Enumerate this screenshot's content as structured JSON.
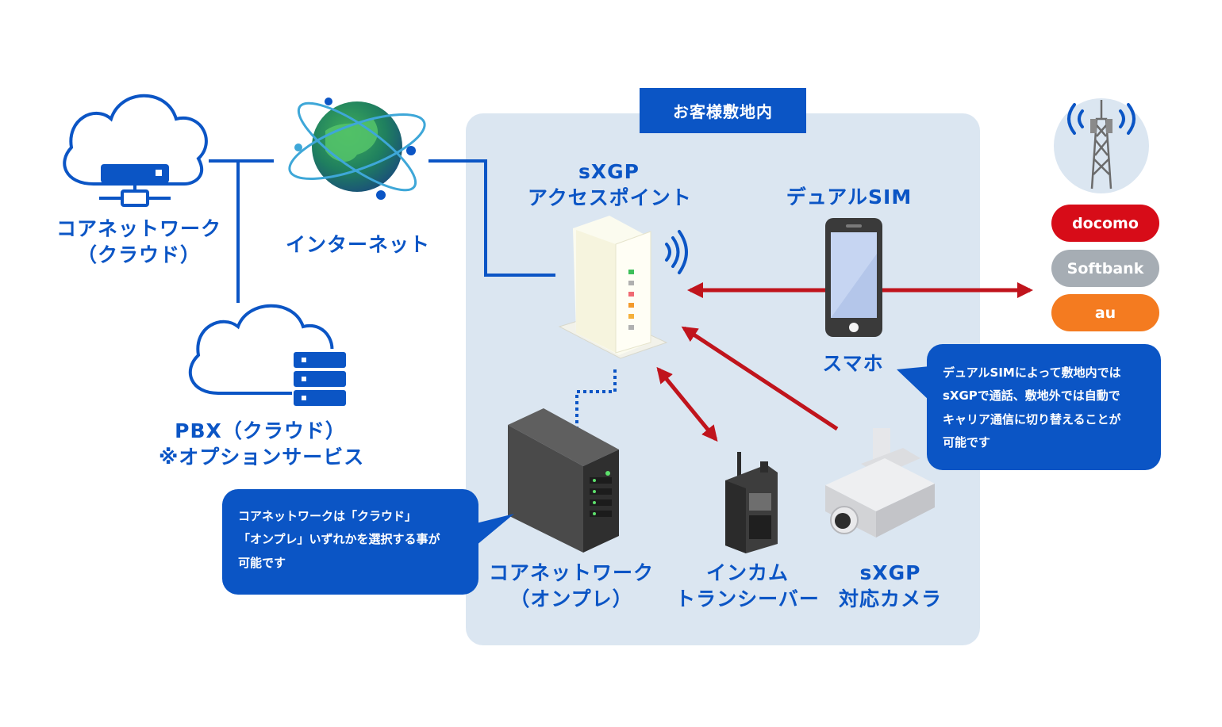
{
  "premise": {
    "title": "お客様敷地内"
  },
  "labels": {
    "core_cloud": [
      "コアネットワーク",
      "（クラウド）"
    ],
    "internet": "インターネット",
    "pbx": [
      "PBX（クラウド）",
      "※オプションサービス"
    ],
    "access_point": [
      "sXGP",
      "アクセスポイント"
    ],
    "dual_sim": "デュアルSIM",
    "smartphone": "スマホ",
    "core_onprem": [
      "コアネットワーク",
      "（オンプレ）"
    ],
    "intercom": [
      "インカム",
      "トランシーバー"
    ],
    "camera": [
      "sXGP",
      "対応カメラ"
    ]
  },
  "carriers": [
    {
      "name": "docomo",
      "color": "#d70c18"
    },
    {
      "name": "Softbank",
      "color": "#a6adb4"
    },
    {
      "name": "au",
      "color": "#f47b20"
    }
  ],
  "notes": {
    "dual_sim_note": [
      "デュアルSIMによって敷地内では",
      "sXGPで通話、敷地外では自動で",
      "キャリア通信に切り替えることが",
      "可能です"
    ],
    "core_note": [
      "コアネットワークは「クラウド」",
      "「オンプレ」いずれかを選択する事が",
      "可能です"
    ]
  },
  "colors": {
    "brand_blue": "#0b55c5",
    "arrow_red": "#c0141c",
    "premise_bg": "#dbe6f1"
  }
}
